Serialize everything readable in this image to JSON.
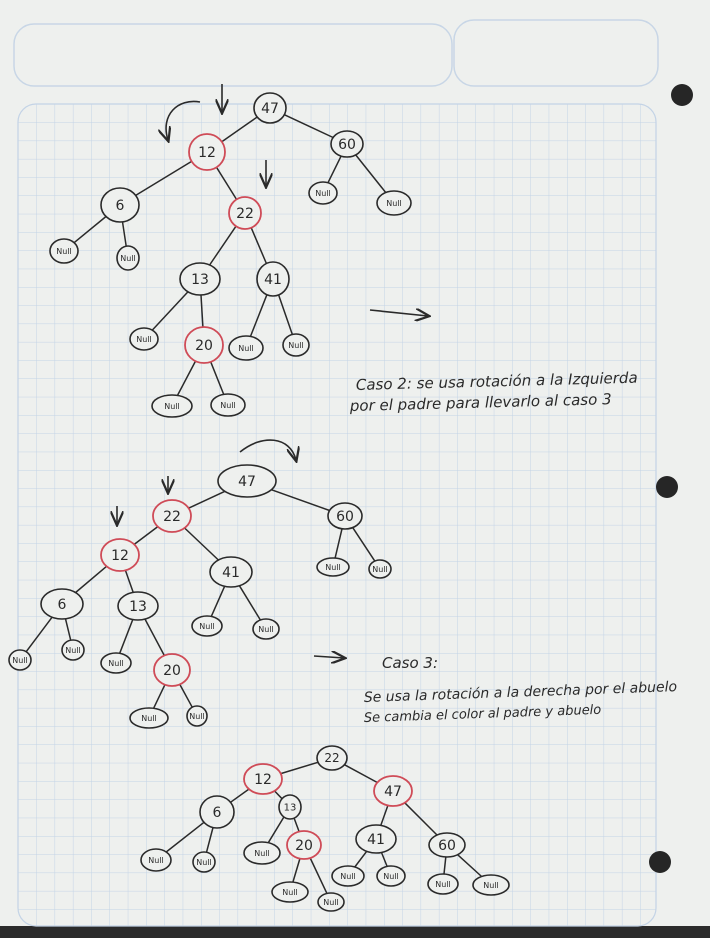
{
  "colors": {
    "paper": "#eef0ee",
    "grid": "#c3d3e6",
    "ink": "#2a2a2a",
    "red_ink": "#cf4b57",
    "background": "#2b2b2b"
  },
  "page": {
    "icons": [
      "punch-hole-icon",
      "punch-hole-icon",
      "punch-hole-icon"
    ]
  },
  "diagrams": [
    {
      "name": "tree-initial",
      "nodes": [
        {
          "id": "a47",
          "label": "47",
          "color": "black"
        },
        {
          "id": "a12",
          "label": "12",
          "color": "red"
        },
        {
          "id": "a60",
          "label": "60",
          "color": "black"
        },
        {
          "id": "a6",
          "label": "6",
          "color": "black"
        },
        {
          "id": "a22",
          "label": "22",
          "color": "red"
        },
        {
          "id": "a60l",
          "label": "Null",
          "color": "black"
        },
        {
          "id": "a60r",
          "label": "Null",
          "color": "black"
        },
        {
          "id": "a6l",
          "label": "Null",
          "color": "black"
        },
        {
          "id": "a6r",
          "label": "Null",
          "color": "black"
        },
        {
          "id": "a13",
          "label": "13",
          "color": "black"
        },
        {
          "id": "a41",
          "label": "41",
          "color": "black"
        },
        {
          "id": "a13l",
          "label": "Null",
          "color": "black"
        },
        {
          "id": "a20",
          "label": "20",
          "color": "red"
        },
        {
          "id": "a41l",
          "label": "Null",
          "color": "black"
        },
        {
          "id": "a41r",
          "label": "Null",
          "color": "black"
        },
        {
          "id": "a20l",
          "label": "Null",
          "color": "black"
        },
        {
          "id": "a20r",
          "label": "Null",
          "color": "black"
        }
      ],
      "annotation_lines": [
        "Caso 2: se usa rotación a la Izquierda",
        "por el padre para llevarlo al caso 3"
      ]
    },
    {
      "name": "tree-after-left-rotation",
      "nodes": [
        {
          "id": "b47",
          "label": "47",
          "color": "black"
        },
        {
          "id": "b22",
          "label": "22",
          "color": "red"
        },
        {
          "id": "b60",
          "label": "60",
          "color": "black"
        },
        {
          "id": "b12",
          "label": "12",
          "color": "red"
        },
        {
          "id": "b41",
          "label": "41",
          "color": "black"
        },
        {
          "id": "b60l",
          "label": "Null",
          "color": "black"
        },
        {
          "id": "b60r",
          "label": "Null",
          "color": "black"
        },
        {
          "id": "b6",
          "label": "6",
          "color": "black"
        },
        {
          "id": "b13",
          "label": "13",
          "color": "black"
        },
        {
          "id": "b41l",
          "label": "Null",
          "color": "black"
        },
        {
          "id": "b41r",
          "label": "Null",
          "color": "black"
        },
        {
          "id": "b6l",
          "label": "Null",
          "color": "black"
        },
        {
          "id": "b6r",
          "label": "Null",
          "color": "black"
        },
        {
          "id": "b13l",
          "label": "Null",
          "color": "black"
        },
        {
          "id": "b20",
          "label": "20",
          "color": "red"
        },
        {
          "id": "b20l",
          "label": "Null",
          "color": "black"
        },
        {
          "id": "b20r",
          "label": "Null",
          "color": "black"
        }
      ],
      "annotation_lines": [
        "Caso 3:",
        "Se usa la rotación a la derecha por el abuelo",
        "Se cambia el color al padre y abuelo"
      ]
    },
    {
      "name": "tree-after-right-rotation",
      "nodes": [
        {
          "id": "c22",
          "label": "22",
          "color": "black"
        },
        {
          "id": "c12",
          "label": "12",
          "color": "red"
        },
        {
          "id": "c47",
          "label": "47",
          "color": "red"
        },
        {
          "id": "c6",
          "label": "6",
          "color": "black"
        },
        {
          "id": "c13",
          "label": "13",
          "color": "black"
        },
        {
          "id": "c41",
          "label": "41",
          "color": "black"
        },
        {
          "id": "c60",
          "label": "60",
          "color": "black"
        },
        {
          "id": "c6l",
          "label": "Null",
          "color": "black"
        },
        {
          "id": "c6r",
          "label": "Null",
          "color": "black"
        },
        {
          "id": "c13l",
          "label": "Null",
          "color": "black"
        },
        {
          "id": "c20",
          "label": "20",
          "color": "red"
        },
        {
          "id": "c41l",
          "label": "Null",
          "color": "black"
        },
        {
          "id": "c41r",
          "label": "Null",
          "color": "black"
        },
        {
          "id": "c60l",
          "label": "Null",
          "color": "black"
        },
        {
          "id": "c60r",
          "label": "Null",
          "color": "black"
        },
        {
          "id": "c20l",
          "label": "Null",
          "color": "black"
        },
        {
          "id": "c20r",
          "label": "Null",
          "color": "black"
        }
      ],
      "annotation_lines": []
    }
  ]
}
